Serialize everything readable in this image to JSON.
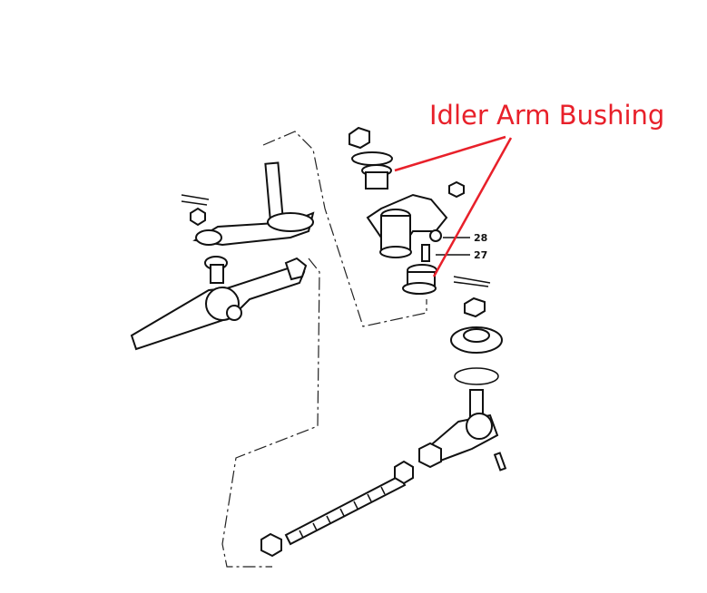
{
  "callout": {
    "text": "Idler Arm Bushing",
    "color": "#e8202a"
  },
  "part_numbers": {
    "p28": "28",
    "p27": "27"
  }
}
